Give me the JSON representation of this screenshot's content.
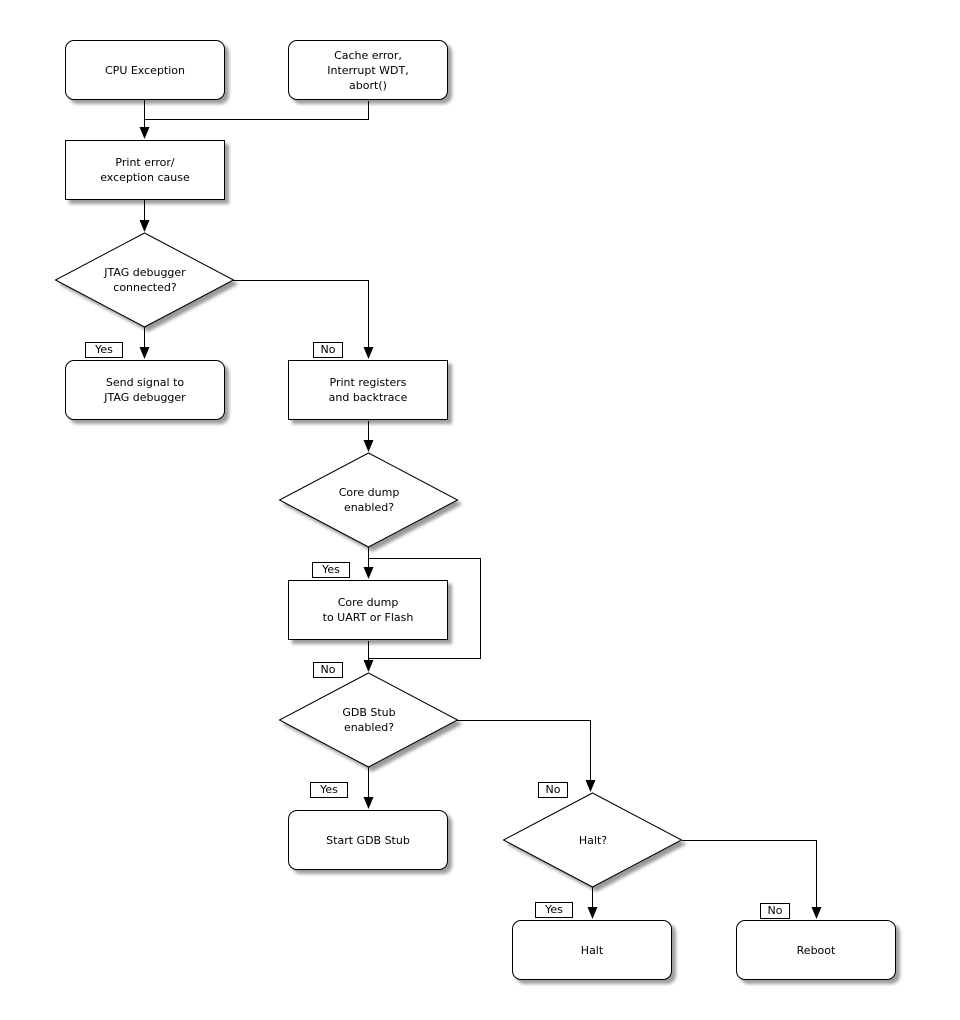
{
  "background": "#ffffff",
  "colors": {
    "line": "#000000",
    "node_fill": "#ffffff",
    "text": "#000000"
  },
  "nodes": {
    "cpu_exception": {
      "label": "CPU Exception",
      "shape": "rounded"
    },
    "cache_error": {
      "label": "Cache error,\nInterrupt WDT,\nabort()",
      "shape": "rounded"
    },
    "print_error": {
      "label": "Print error/\nexception cause",
      "shape": "rect"
    },
    "jtag_connected": {
      "label": "JTAG debugger\nconnected?",
      "shape": "diamond"
    },
    "send_signal": {
      "label": "Send signal to\nJTAG debugger",
      "shape": "rounded"
    },
    "print_registers": {
      "label": "Print registers\nand backtrace",
      "shape": "rect"
    },
    "core_dump_enabled": {
      "label": "Core dump\nenabled?",
      "shape": "diamond"
    },
    "core_dump_write": {
      "label": "Core dump\nto UART or Flash",
      "shape": "rect"
    },
    "gdb_stub_enabled": {
      "label": "GDB Stub\nenabled?",
      "shape": "diamond"
    },
    "start_gdb_stub": {
      "label": "Start GDB Stub",
      "shape": "rounded"
    },
    "halt_decision": {
      "label": "Halt?",
      "shape": "diamond"
    },
    "halt": {
      "label": "Halt",
      "shape": "rounded"
    },
    "reboot": {
      "label": "Reboot",
      "shape": "rounded"
    }
  },
  "edges": [
    {
      "from": "cpu_exception",
      "to": "print_error",
      "label": ""
    },
    {
      "from": "cache_error",
      "to": "print_error",
      "label": ""
    },
    {
      "from": "print_error",
      "to": "jtag_connected",
      "label": ""
    },
    {
      "from": "jtag_connected",
      "to": "send_signal",
      "label": "Yes"
    },
    {
      "from": "jtag_connected",
      "to": "print_registers",
      "label": "No"
    },
    {
      "from": "print_registers",
      "to": "core_dump_enabled",
      "label": ""
    },
    {
      "from": "core_dump_enabled",
      "to": "core_dump_write",
      "label": "Yes"
    },
    {
      "from": "core_dump_enabled",
      "to": "gdb_stub_enabled",
      "label": "No"
    },
    {
      "from": "core_dump_write",
      "to": "gdb_stub_enabled",
      "label": ""
    },
    {
      "from": "gdb_stub_enabled",
      "to": "start_gdb_stub",
      "label": "Yes"
    },
    {
      "from": "gdb_stub_enabled",
      "to": "halt_decision",
      "label": "No"
    },
    {
      "from": "halt_decision",
      "to": "halt",
      "label": "Yes"
    },
    {
      "from": "halt_decision",
      "to": "reboot",
      "label": "No"
    }
  ]
}
